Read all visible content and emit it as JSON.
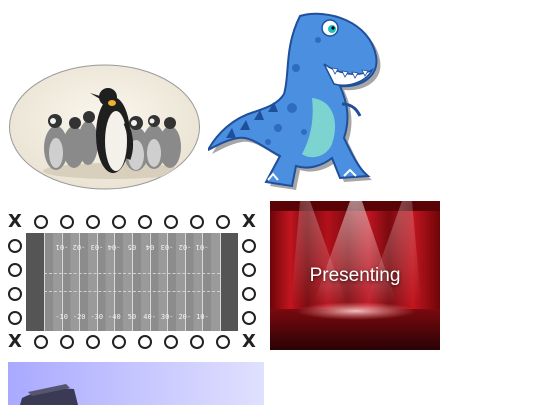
{
  "stage": {
    "caption": "Presenting"
  },
  "field": {
    "corner_mark": "X",
    "top_numbers": [
      "-01",
      "-02",
      "-03",
      "-04",
      "05",
      "04",
      "-03",
      "-02",
      "-01"
    ],
    "bottom_numbers": [
      "-10",
      "-20",
      "-30",
      "-40",
      "50",
      "40-",
      "30-",
      "20-",
      "10-"
    ]
  },
  "colors": {
    "curtain": "#b3101a",
    "field_turf": "#8c8c8c",
    "dino": "#4a8fe0",
    "sky": "#a9a9ff"
  },
  "icons": [
    "penguin-group-image",
    "dinosaur-clipart",
    "football-field-image",
    "spotlight-stage-image",
    "airplane-image"
  ]
}
